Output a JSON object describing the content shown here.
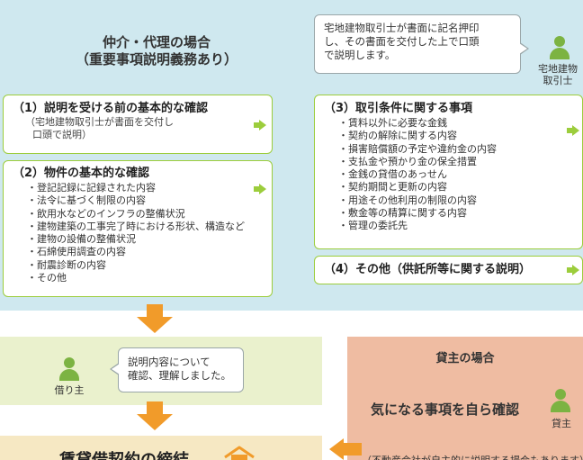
{
  "header": {
    "title_line1": "仲介・代理の場合",
    "title_line2": "（重要事項説明義務あり）"
  },
  "agent": {
    "speech_line1": "宅地建物取引士が書面に記名押印",
    "speech_line2": "し、その書面を交付した上で口頭",
    "speech_line3": "で説明します。",
    "label_line1": "宅地建物",
    "label_line2": "取引士",
    "icon": "person-icon"
  },
  "sections": {
    "basic": {
      "heading": "（1）説明を受ける前の基本的な確認",
      "sub_line1": "（宅地建物取引士が書面を交付し",
      "sub_line2": "口頭で説明）"
    },
    "property": {
      "heading": "（2）物件の基本的な確認",
      "items": [
        "登記記録に記録された内容",
        "法令に基づく制限の内容",
        "飲用水などのインフラの整備状況",
        "建物建築の工事完了時における形状、構造など",
        "建物の設備の整備状況",
        "石綿使用調査の内容",
        "耐震診断の内容",
        "その他"
      ]
    },
    "terms": {
      "heading": "（3）取引条件に関する事項",
      "items": [
        "賃料以外に必要な金銭",
        "契約の解除に関する内容",
        "損害賠償額の予定や違約金の内容",
        "支払金や預かり金の保全措置",
        "金銭の貸借のあっせん",
        "契約期間と更新の内容",
        "用途その他利用の制限の内容",
        "敷金等の精算に関する内容",
        "管理の委託先"
      ]
    },
    "other": {
      "heading": "（4）その他（供託所等に関する説明）"
    }
  },
  "tenant": {
    "speech_line1": "説明内容について",
    "speech_line2": "確認、理解しました。",
    "label": "借り主",
    "icon": "person-icon"
  },
  "lessor": {
    "title": "貸主の場合",
    "confirm": "気になる事項を自ら確認",
    "label": "貸主",
    "note": "（不動産会社が自主的に説明する場合もあります）",
    "icon": "person-icon"
  },
  "contract": {
    "title": "賃貸借契約の締結",
    "icon": "house-icon"
  },
  "colors": {
    "top_bg": "#cfe8ef",
    "box_border": "#9ccd3c",
    "flow_arrow": "#f19b2a",
    "tenant_bg": "#eaf1cd",
    "lessor_bg": "#efbca2",
    "contract_bg": "#f6e8c3",
    "person": "#7cb342"
  }
}
